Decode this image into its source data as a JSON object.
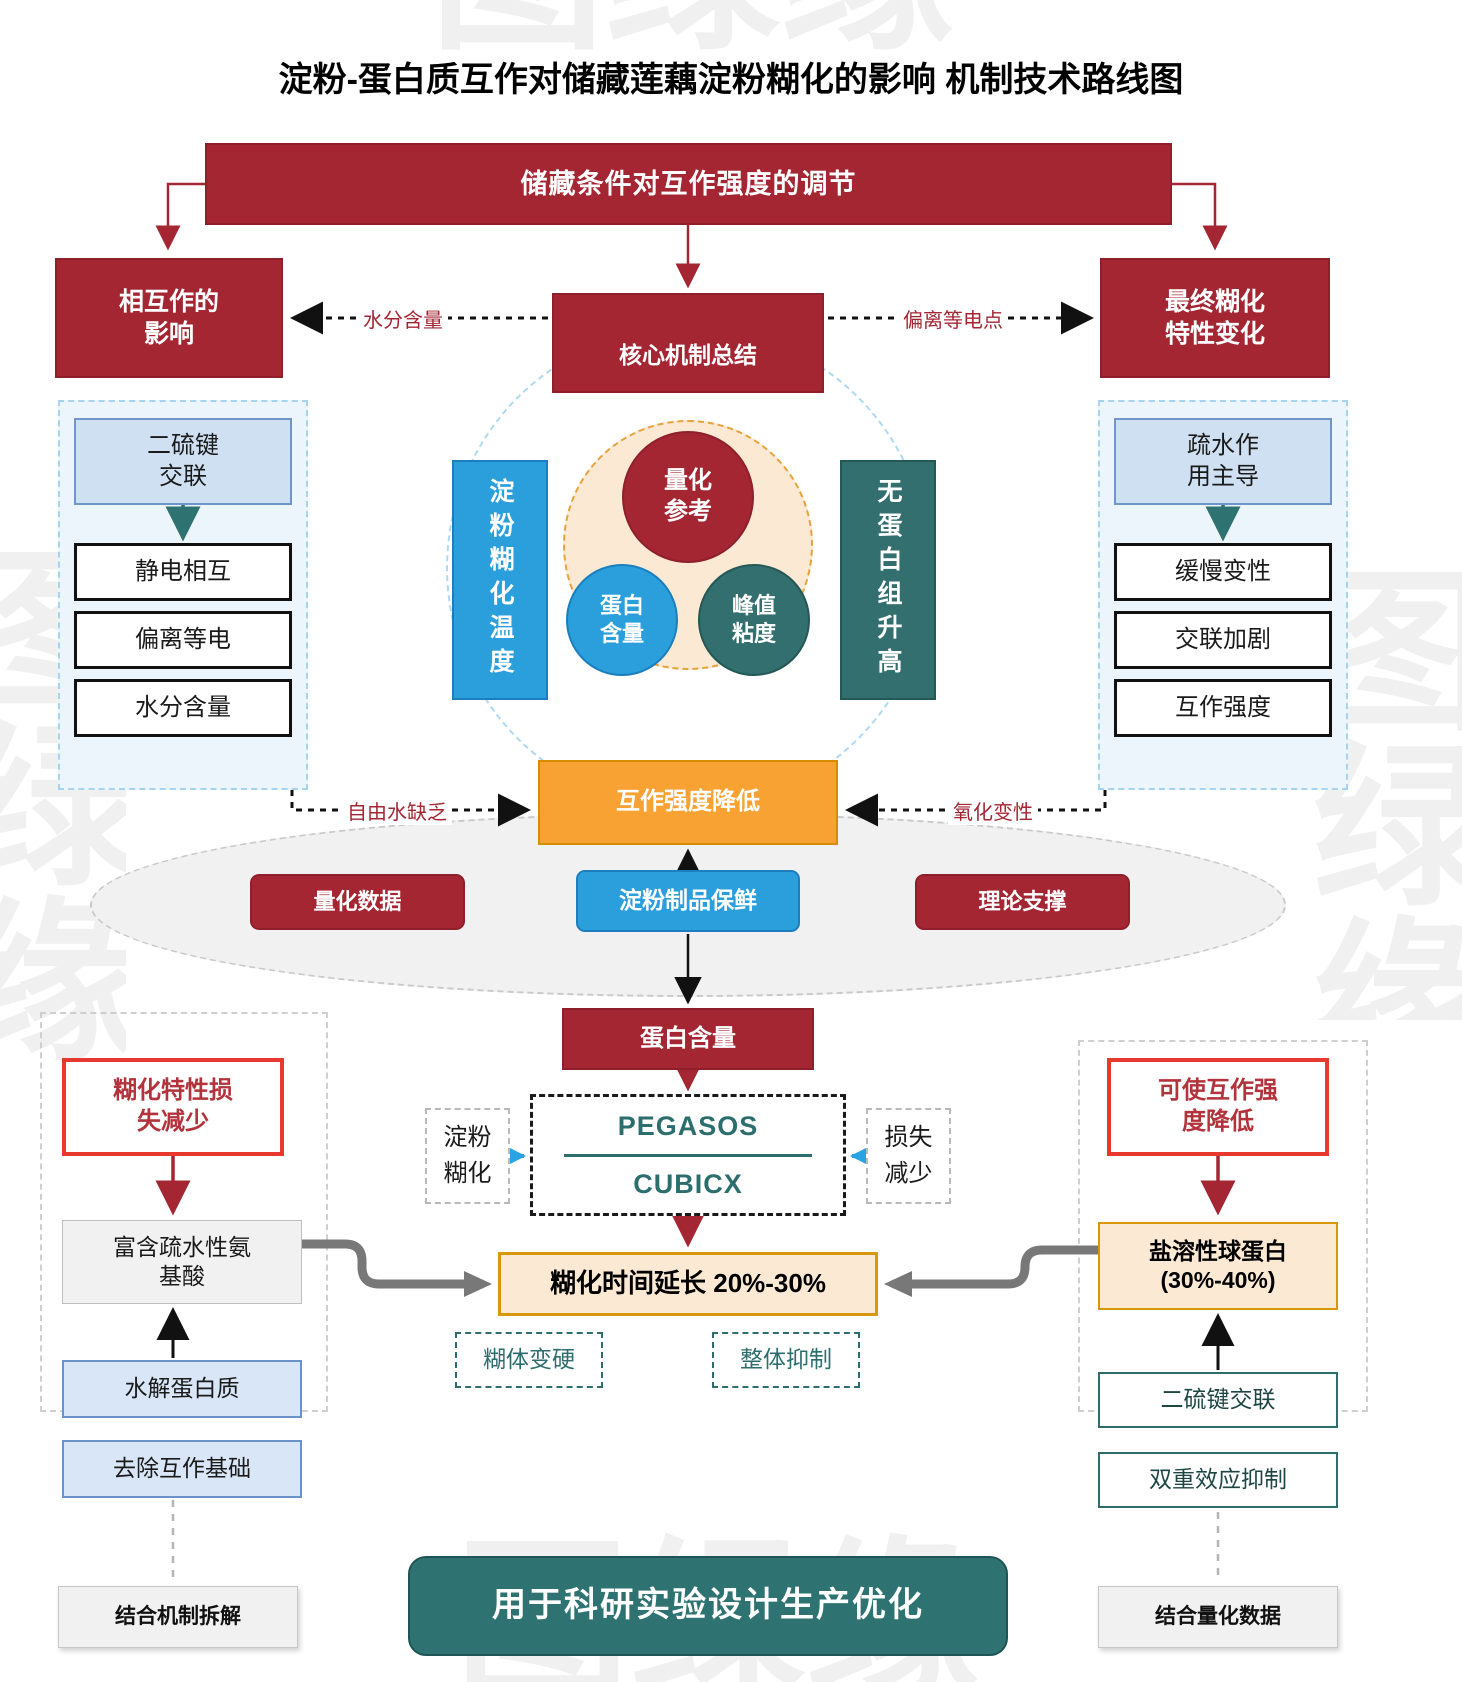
{
  "title": "淀粉-蛋白质互作对储藏莲藕淀粉糊化的影响 机制技术路线图",
  "watermark_text": "图绿缘",
  "colors": {
    "primary_red": "#A42633",
    "accent_red_outline": "#E8392F",
    "blue": "#2B9FDC",
    "light_blue_fill": "#D9E6F7",
    "teal": "#2E7372",
    "orange": "#F9A234",
    "peach": "#FCE9D4",
    "gray_fill": "#F1F1F1"
  },
  "top": {
    "banner_label": "储藏条件对互作强度的调节",
    "left_node_lines": [
      "相互作的",
      "影响"
    ],
    "center_node": "核心机制总结",
    "right_node_lines": [
      "最终糊化",
      "特性变化"
    ],
    "left_edge_label": "水分含量",
    "right_edge_label": "偏离等电点"
  },
  "left_panel": {
    "header_lines": [
      "二硫键",
      "交联"
    ],
    "items": [
      "静电相互",
      "偏离等电",
      "水分含量"
    ]
  },
  "right_panel": {
    "header_lines": [
      "疏水作",
      "用主导"
    ],
    "items": [
      "缓慢变性",
      "交联加剧",
      "互作强度"
    ]
  },
  "cluster": {
    "left_vertical": "淀粉糊化温度",
    "right_vertical": "无蛋白组升高",
    "center_circle_lines": [
      "量化",
      "参考"
    ],
    "left_circle_lines": [
      "蛋白",
      "含量"
    ],
    "right_circle_lines": [
      "峰值",
      "粘度"
    ]
  },
  "mid": {
    "reduction_node": "互作强度降低",
    "left_edge_label": "自由水缺乏",
    "right_edge_label": "氧化变性"
  },
  "ellipse_row": {
    "left_node": "量化数据",
    "center_node": "淀粉制品保鲜",
    "right_node": "理论支撑"
  },
  "flow": {
    "protein_node": "蛋白含量",
    "model_top": "PEGASOS",
    "model_bottom": "CUBICX",
    "side_left_lines": [
      "淀粉",
      "糊化"
    ],
    "side_right_lines": [
      "损失",
      "减少"
    ],
    "result_node": "糊化时间延长 20%-30%",
    "outcome_left": "糊体变硬",
    "outcome_right": "整体抑制"
  },
  "lower_left": {
    "header_lines": [
      "糊化特性损",
      "失减少"
    ],
    "amino_lines": [
      "富含疏水性氨",
      "基酸"
    ],
    "hydrolyze_node": "水解蛋白质",
    "remove_node": "去除互作基础",
    "footer_node": "结合机制拆解"
  },
  "lower_right": {
    "header_lines": [
      "可使互作强",
      "度降低"
    ],
    "globulin_lines": [
      "盐溶性球蛋白",
      "(30%-40%)"
    ],
    "disulfide_node": "二硫键交联",
    "dual_node": "双重效应抑制",
    "footer_node": "结合量化数据"
  },
  "bottom_banner": "用于科研实验设计生产优化"
}
